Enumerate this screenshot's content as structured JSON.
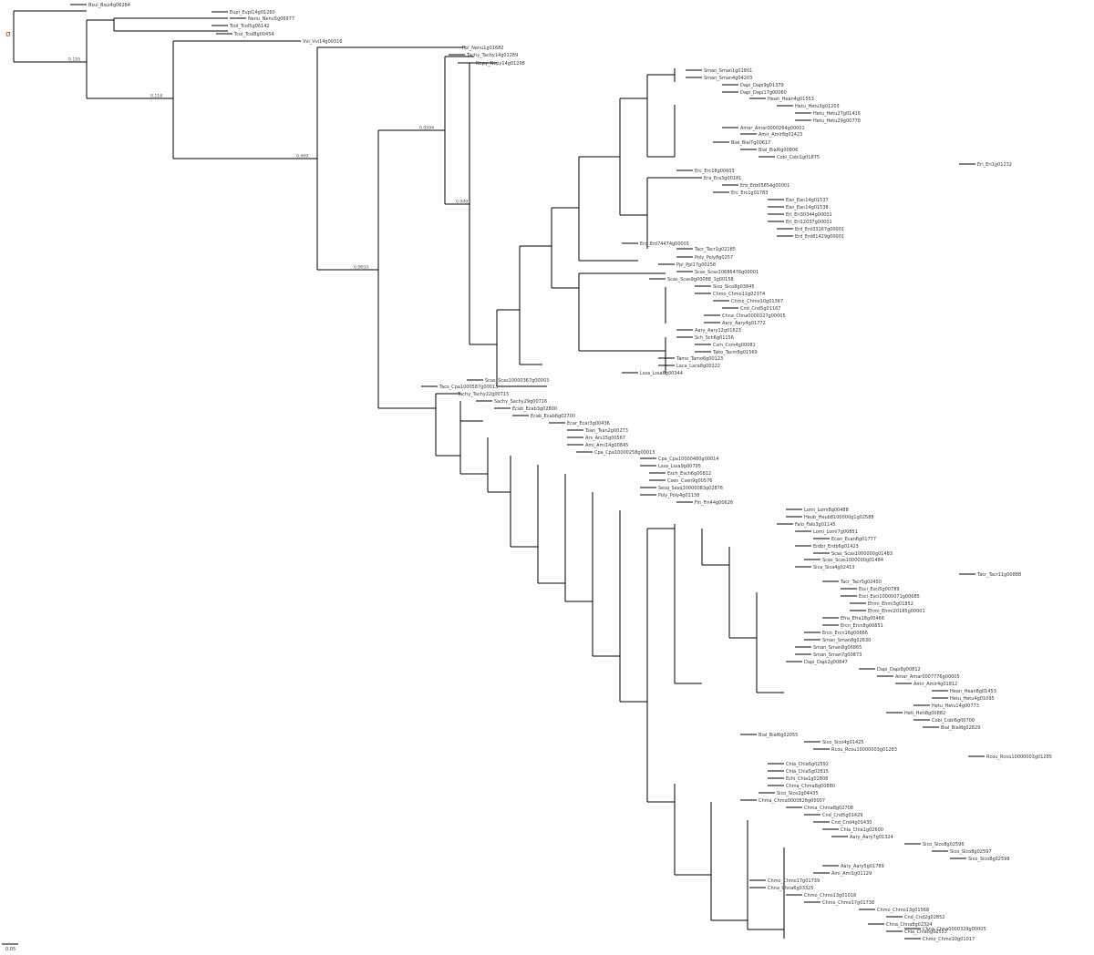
{
  "tree": {
    "tip_labels": [
      "Bsui_Bsui4g06284",
      "Eupl_Eupl14g01260",
      "Nenu_Nenu5g06977",
      "Tcol_Tcol5g06142",
      "Tcol_Tcol8g00454",
      "Vvi_Vvi14g00316",
      "Ppl_Nenu1g01682",
      "Tachy_Tachy14g01289",
      "Nepy_Nepy14g01298",
      "Sman_Sman1g01801",
      "Sman_Sman4g04203",
      "Dapi_Dapi9g01379",
      "Dapi_Dapi17g00060",
      "Hean_Hean4g01553",
      "Hetu_Hetu3g01203",
      "Hetu_Hetu27g01416",
      "Hetu_Hetu29g00778",
      "Amar_Amar0000264g00001",
      "Amir_Amir8g01423",
      "Bial_Bial7g00617",
      "Bial_Bial6g00806",
      "Cobi_Cobi1g01875",
      "Eri_Eri1g01232",
      "Erc_Erc18g00603",
      "Era_Era3g00181",
      "Erb_Erb05854g00001",
      "Erc_Erc1g01783",
      "Ean_Ean14g01537",
      "Ean_Ean14g01538",
      "Erl_Erl30344g00001",
      "Erl_Erl12037g00001",
      "Erd_Erd33167g00001",
      "Erd_Erd81429g00001",
      "Erd_Erd74474g00001",
      "Tacr_Tacr1g02185",
      "Poly_Poly8g0257",
      "Ppl_Ppl17g00258",
      "Scas_Scas10686476g00001",
      "Scas_Scas9g00088_1g00158",
      "Sico_Sico8g03845",
      "Chmo_Chmo11g02374",
      "Chmo_Chmo10g01367",
      "Cnd_Cnd5g01167",
      "Chna_Chna0000327g00005",
      "Aary_Aary4g01772",
      "Aary_Aary12g01623",
      "Sch_Sch6g01156",
      "Csm_Csm4g00081",
      "Tako_Tacm8g01569",
      "Tamo_Tamo6g00123",
      "Laca_Laca8g00222",
      "Lssa_Lssa6g00344",
      "Scas_Scas10000367g00003",
      "Tacs_Cpa1000587g00013",
      "Tachy_Tachy22g00715",
      "Sachy_Sachy29g00716",
      "Ecab_Ecab3g02800",
      "Ecab_Ecab6g02700",
      "Ecar_Ecar3g00436",
      "Tsan_Tsan2g00273",
      "Ars_Ars15g00567",
      "Ami_Ami14g00845",
      "Cpa_Cpa10000258g00013",
      "Cpa_Cpa10000480g00014",
      "Lssa_Lssa9g00795",
      "Esch_Esch6g00812",
      "Csen_Csen9g00576",
      "Sesq_Sesq10000083g02876",
      "Poly_Poly4g01138",
      "Fin_Fin44g00626",
      "Lomi_Lomi8g00488",
      "Heub_Heub8100000g1g02588",
      "Falo_Falo3g01145",
      "Lomi_Lomi7g00851",
      "Ecan_Ecan6g01777",
      "Erdbr_Erdb6g01423",
      "Scas_Scas1000000g01483",
      "Scas_Scas1000000g01484",
      "Sica_Sica4g02413",
      "Tacr_Tacr11g00888",
      "Tacr_Tacr5g02450",
      "Esci_Esci5g00789",
      "Esci_Esci10000071g00685",
      "Ehmi_Ehmi3g01852",
      "Ehmi_Ehmi20185g00001",
      "Efra_Efra18g00466",
      "Ercn_Ercn8g00851",
      "Ercn_Ercn16g00666",
      "Sman_Sman8g02630",
      "Sman_Sman8g06865",
      "Sman_Sman7g00873",
      "Dapi_Dapi2g00847",
      "Dapi_Dapi8g00812",
      "Amar_Amar0007776g00005",
      "Amir_Amir4g01812",
      "Hean_Hean8g01453",
      "Hetu_Hetu4g01095",
      "Hetu_Hetu14g00773",
      "Heti_Heti8g00882",
      "Cobi_Cobi6g00700",
      "Bial_Bial8g02829",
      "Bial_Bial6g02055",
      "Sico_Sico4g01425",
      "Rcou_Rcou10000003g01283",
      "Rcou_Rcou10000003g01285",
      "Chla_Chla6g02592",
      "Chla_Chla5g02815",
      "Echi_Chla1g02808",
      "Chma_Chma8g00880",
      "Sico_Sico2g04435",
      "Chma_Chma0000826g00007",
      "Chma_Chma8g02708",
      "Cnd_Cnd5g01429",
      "Cnd_Cnd4g01430",
      "Chla_Chla1g02600",
      "Aary_Aary7g01324",
      "Sico_Sico8g02596",
      "Sico_Sico8g02597",
      "Sico_Sico8g02598",
      "Aary_Aary5g01789",
      "Ami_Ami1g01129",
      "Chmo_Chmo17g01739",
      "Chna_Chna6g03325",
      "Chmo_Chmo13g01018",
      "Chmo_Chmo17g01738",
      "Chmo_Chmo13g01568",
      "Cnd_Cnd2g02852",
      "Chna_Chna8g02324",
      "Chla_Chla6g02553",
      "Chmo_Chmo10g01017",
      "Chna_Chna0000329g00005"
    ],
    "scale_bar": {
      "label": "0.05"
    },
    "root_marker": "σ"
  }
}
